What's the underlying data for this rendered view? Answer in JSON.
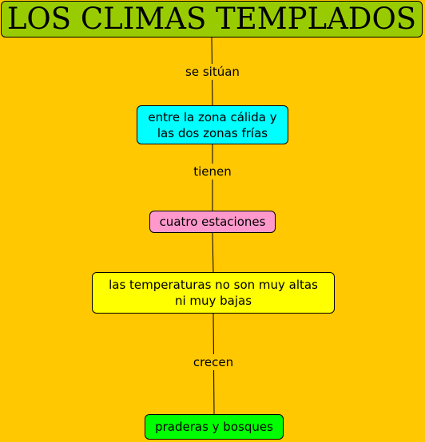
{
  "colors": {
    "background": "#ffc800",
    "title": "#99cc00",
    "zona": "#00ffff",
    "estaciones": "#ff99cc",
    "temperaturas": "#ffff00",
    "praderas": "#00ff00",
    "connector": "#000000"
  },
  "nodes": {
    "title": "LOS CLIMAS TEMPLADOS",
    "zona": "entre la zona cálida y\nlas dos zonas frías",
    "estaciones": "cuatro estaciones",
    "temperaturas": "las temperaturas no son muy altas\nni muy bajas",
    "praderas": "praderas y bosques"
  },
  "links": {
    "title_zona": "se sitúan",
    "zona_estaciones": "tienen",
    "temperaturas_praderas": "crecen"
  }
}
